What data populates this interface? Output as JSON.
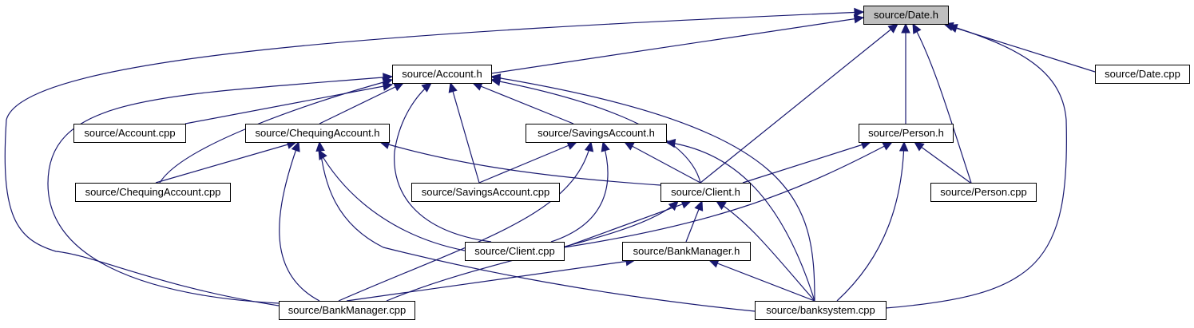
{
  "graph": {
    "root": "date_h",
    "colors": {
      "edge": "#191970",
      "node_fill": "#ffffff",
      "root_fill": "#bfbfbf",
      "node_border": "#000000"
    },
    "nodes": [
      {
        "id": "date_h",
        "label": "source/Date.h",
        "root": true
      },
      {
        "id": "account_h",
        "label": "source/Account.h"
      },
      {
        "id": "date_cpp",
        "label": "source/Date.cpp"
      },
      {
        "id": "account_cpp",
        "label": "source/Account.cpp"
      },
      {
        "id": "chequing_h",
        "label": "source/ChequingAccount.h"
      },
      {
        "id": "savings_h",
        "label": "source/SavingsAccount.h"
      },
      {
        "id": "person_h",
        "label": "source/Person.h"
      },
      {
        "id": "chequing_cpp",
        "label": "source/ChequingAccount.cpp"
      },
      {
        "id": "savings_cpp",
        "label": "source/SavingsAccount.cpp"
      },
      {
        "id": "client_h",
        "label": "source/Client.h"
      },
      {
        "id": "person_cpp",
        "label": "source/Person.cpp"
      },
      {
        "id": "client_cpp",
        "label": "source/Client.cpp"
      },
      {
        "id": "bankmanager_h",
        "label": "source/BankManager.h"
      },
      {
        "id": "bankmanager_cpp",
        "label": "source/BankManager.cpp"
      },
      {
        "id": "banksystem_cpp",
        "label": "source/banksystem.cpp"
      }
    ],
    "edges": [
      {
        "from": "account_h",
        "to": "date_h"
      },
      {
        "from": "date_cpp",
        "to": "date_h"
      },
      {
        "from": "person_h",
        "to": "date_h"
      },
      {
        "from": "client_h",
        "to": "date_h"
      },
      {
        "from": "person_cpp",
        "to": "date_h"
      },
      {
        "from": "banksystem_cpp",
        "to": "date_h"
      },
      {
        "from": "bankmanager_cpp",
        "to": "date_h"
      },
      {
        "from": "account_cpp",
        "to": "account_h"
      },
      {
        "from": "chequing_h",
        "to": "account_h"
      },
      {
        "from": "savings_h",
        "to": "account_h"
      },
      {
        "from": "chequing_cpp",
        "to": "account_h"
      },
      {
        "from": "savings_cpp",
        "to": "account_h"
      },
      {
        "from": "client_h",
        "to": "account_h"
      },
      {
        "from": "client_cpp",
        "to": "account_h"
      },
      {
        "from": "bankmanager_cpp",
        "to": "account_h"
      },
      {
        "from": "banksystem_cpp",
        "to": "account_h"
      },
      {
        "from": "chequing_cpp",
        "to": "chequing_h"
      },
      {
        "from": "client_h",
        "to": "chequing_h"
      },
      {
        "from": "client_cpp",
        "to": "chequing_h"
      },
      {
        "from": "bankmanager_cpp",
        "to": "chequing_h"
      },
      {
        "from": "banksystem_cpp",
        "to": "chequing_h"
      },
      {
        "from": "savings_cpp",
        "to": "savings_h"
      },
      {
        "from": "client_h",
        "to": "savings_h"
      },
      {
        "from": "client_cpp",
        "to": "savings_h"
      },
      {
        "from": "bankmanager_cpp",
        "to": "savings_h"
      },
      {
        "from": "banksystem_cpp",
        "to": "savings_h"
      },
      {
        "from": "client_h",
        "to": "person_h"
      },
      {
        "from": "person_cpp",
        "to": "person_h"
      },
      {
        "from": "client_cpp",
        "to": "person_h"
      },
      {
        "from": "banksystem_cpp",
        "to": "person_h"
      },
      {
        "from": "client_cpp",
        "to": "client_h"
      },
      {
        "from": "bankmanager_h",
        "to": "client_h"
      },
      {
        "from": "bankmanager_cpp",
        "to": "client_h"
      },
      {
        "from": "banksystem_cpp",
        "to": "client_h"
      },
      {
        "from": "bankmanager_cpp",
        "to": "bankmanager_h"
      },
      {
        "from": "banksystem_cpp",
        "to": "bankmanager_h"
      }
    ]
  }
}
